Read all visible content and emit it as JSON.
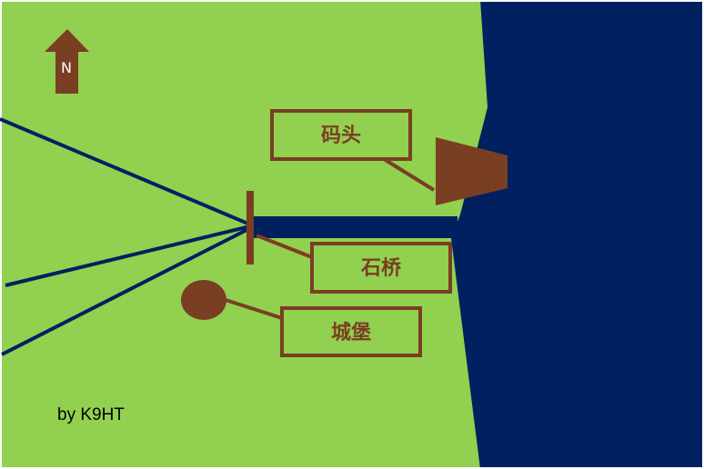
{
  "colors": {
    "land": "#92d050",
    "water": "#002060",
    "feature": "#7a3e22",
    "road": "#002060"
  },
  "north_arrow": {
    "label": "N",
    "icon": "north-arrow-icon"
  },
  "labels": {
    "dock": "码头",
    "bridge": "石桥",
    "castle": "城堡"
  },
  "credit": "by K9HT"
}
